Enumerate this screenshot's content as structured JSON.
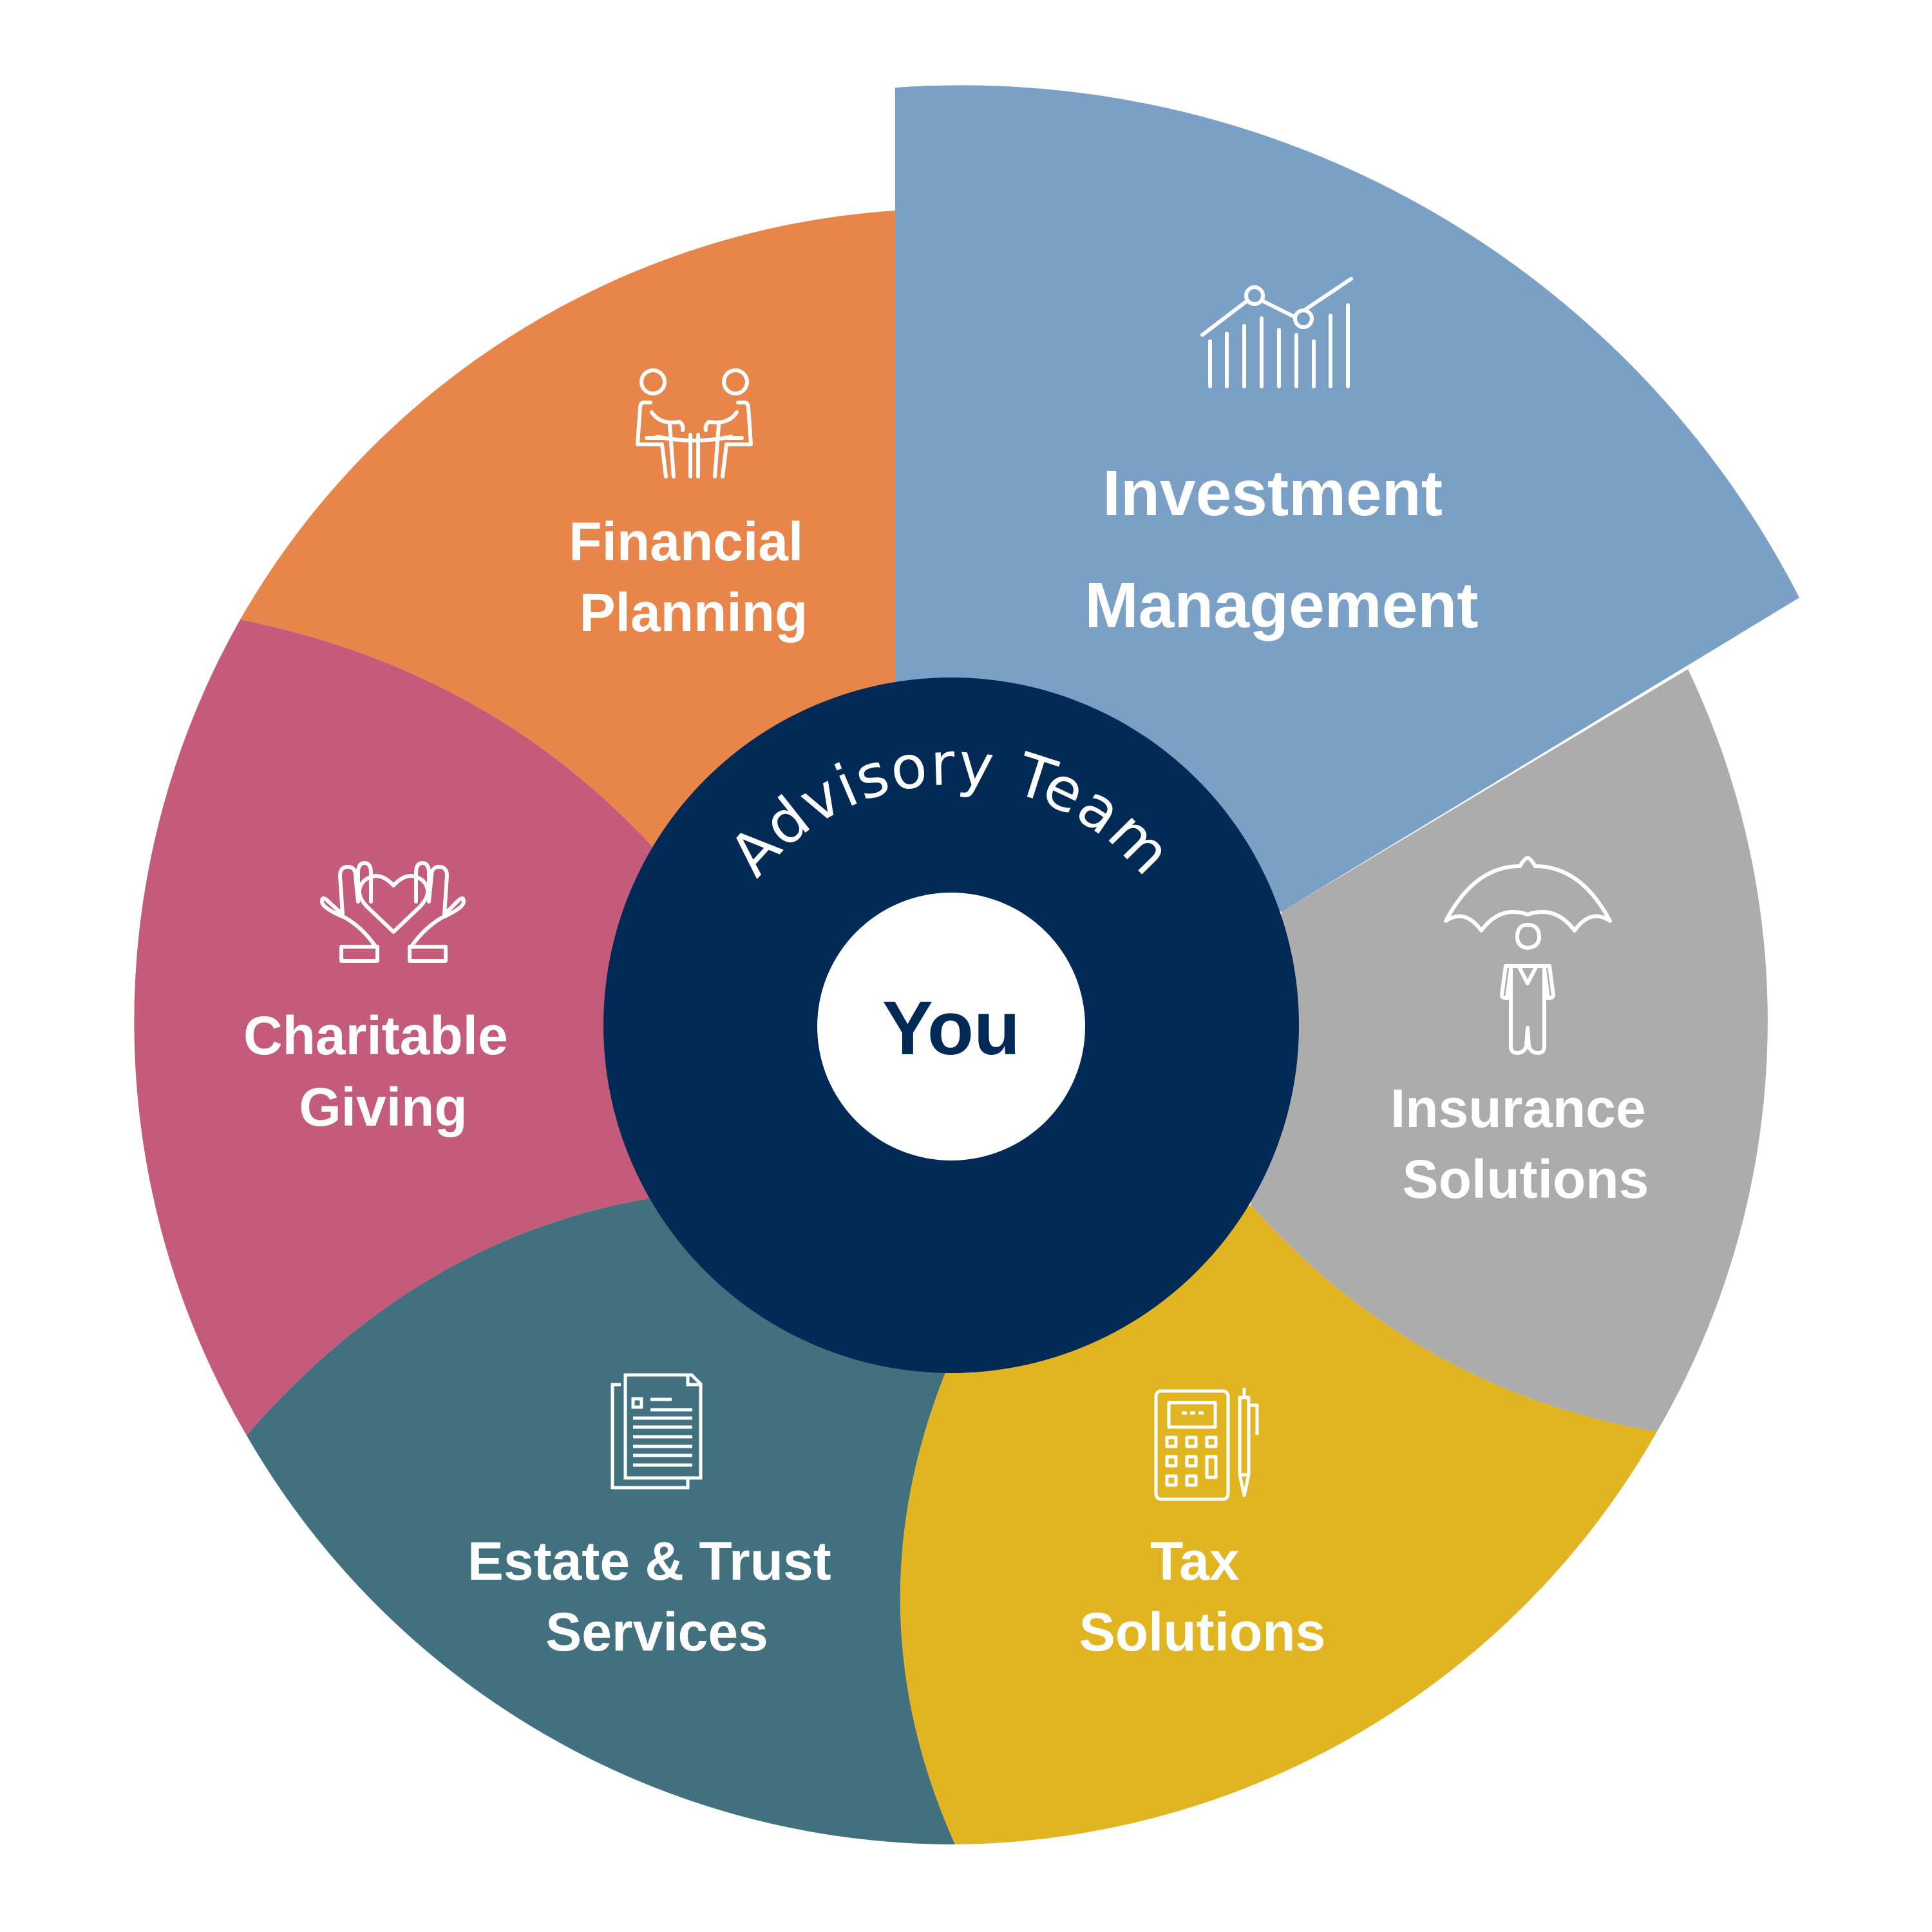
{
  "colors": {
    "background": "#ffffff",
    "investment": "#7ba0c5",
    "insurance": "#abacab",
    "tax": "#e1b522",
    "estate": "#41707e",
    "charitable": "#c55b7b",
    "financial": "#e8854a",
    "advisory_ring": "#012a56",
    "you_circle": "#ffffff",
    "you_text": "#012a56",
    "label_text": "#ffffff"
  },
  "center": {
    "ring_label": "Advisory Team",
    "core_label": "You"
  },
  "segments": [
    {
      "id": "investment-management",
      "lines": [
        "Investment",
        "Management"
      ],
      "icon": "line-bar-chart-icon",
      "highlighted": true
    },
    {
      "id": "insurance-solutions",
      "lines": [
        "Insurance",
        "Solutions"
      ],
      "icon": "umbrella-person-icon"
    },
    {
      "id": "tax-solutions",
      "lines": [
        "Tax",
        "Solutions"
      ],
      "icon": "calculator-pen-icon"
    },
    {
      "id": "estate-trust-services",
      "lines": [
        "Estate & Trust",
        "Services"
      ],
      "icon": "documents-icon"
    },
    {
      "id": "charitable-giving",
      "lines": [
        "Charitable",
        "Giving"
      ],
      "icon": "hands-heart-icon"
    },
    {
      "id": "financial-planning",
      "lines": [
        "Financial",
        "Planning"
      ],
      "icon": "meeting-people-icon"
    }
  ]
}
